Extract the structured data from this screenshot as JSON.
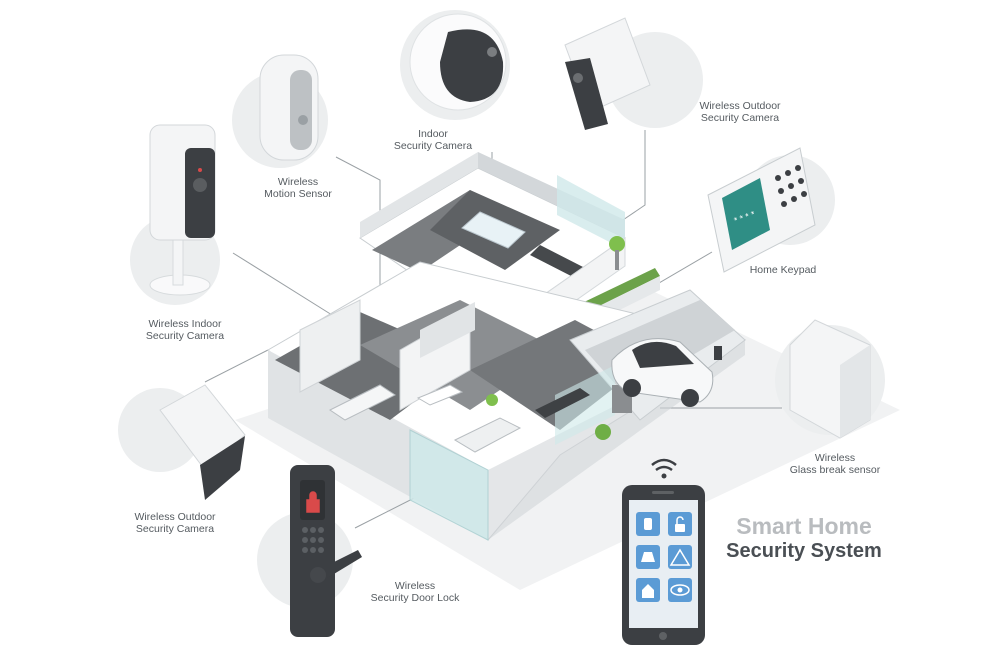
{
  "title": {
    "line1": "Smart Home",
    "line2": "Security System"
  },
  "devices": {
    "indoor_camera_top": {
      "line1": "Indoor",
      "line2": "Security Camera"
    },
    "outdoor_camera_top": {
      "line1": "Wireless Outdoor",
      "line2": "Security Camera"
    },
    "motion_sensor": {
      "line1": "Wireless",
      "line2": "Motion Sensor"
    },
    "indoor_camera_left": {
      "line1": "Wireless Indoor",
      "line2": "Security Camera"
    },
    "home_keypad": {
      "line1": "Home Keypad"
    },
    "outdoor_camera_left": {
      "line1": "Wireless Outdoor",
      "line2": "Security Camera"
    },
    "glass_break_sensor": {
      "line1": "Wireless",
      "line2": "Glass break sensor"
    },
    "door_lock": {
      "line1": "Wireless",
      "line2": "Security Door Lock"
    }
  },
  "keypad_display": "* * * *",
  "colors": {
    "device_dark": "#3c3f43",
    "device_white": "#f4f5f6",
    "circle_bg": "#eceeef",
    "wall": "#d8dcdf",
    "floor": "#6d7073",
    "glass": "#bfe3e4",
    "plants": "#7fbf4d",
    "screen": "#2f8e85",
    "phone_icons": "#5b9bd5",
    "text_gray": "#555b60"
  },
  "icons": [
    "wifi-icon",
    "alarm-icon",
    "unlock-icon",
    "siren-icon",
    "warning-icon",
    "home-alert-icon",
    "eye-icon",
    "padlock-icon"
  ]
}
